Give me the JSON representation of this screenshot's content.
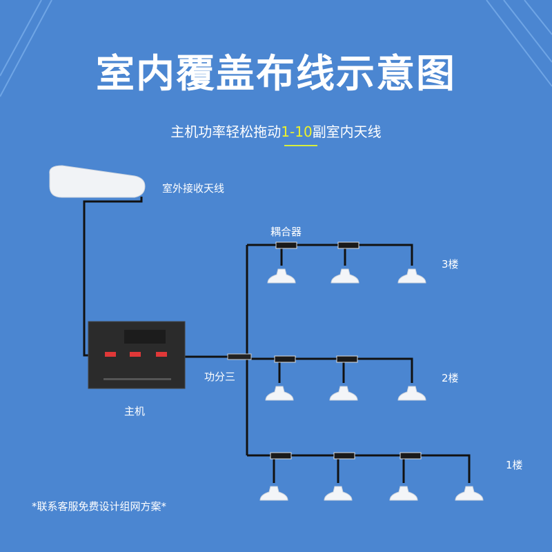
{
  "title": "室内覆盖布线示意图",
  "subtitle": {
    "before": "主机功率轻松拖动",
    "highlight": "1-10",
    "after": "副室内天线"
  },
  "labels": {
    "outdoor_antenna": "室外接收天线",
    "coupler": "耦合器",
    "host": "主机",
    "splitter": "功分三",
    "floor3": "3楼",
    "floor2": "2楼",
    "floor1": "1楼"
  },
  "footer": "*联系客服免费设计组网方案*",
  "colors": {
    "background": "#4b86d1",
    "highlight": "#eef22a",
    "cable": "#111111"
  }
}
